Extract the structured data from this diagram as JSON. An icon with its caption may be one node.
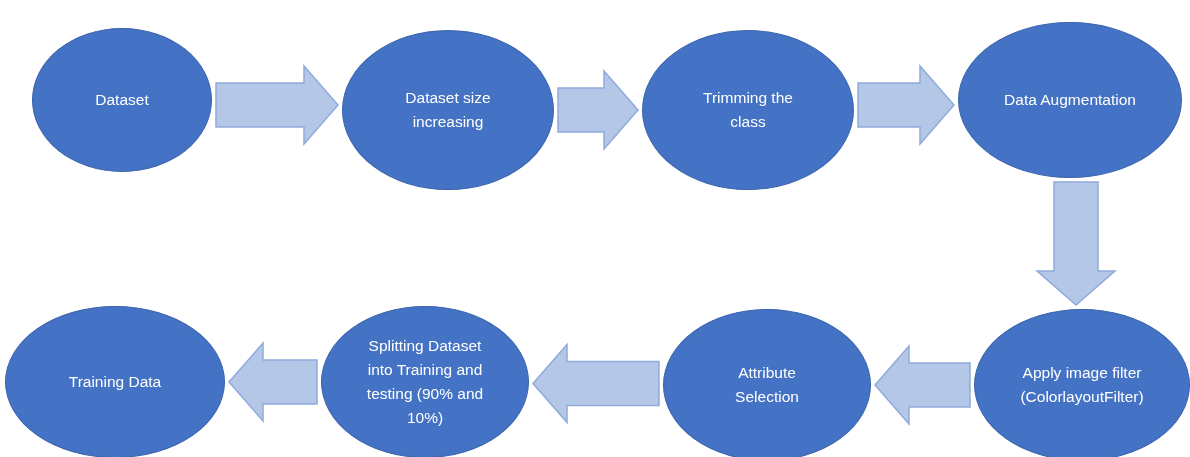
{
  "diagram": {
    "nodes": [
      {
        "text": [
          "Dataset"
        ]
      },
      {
        "text": [
          "Dataset size increasing"
        ]
      },
      {
        "text": [
          "Trimming the class"
        ]
      },
      {
        "text": [
          "Data Augmentation"
        ]
      },
      {
        "text": [
          "Apply image filter (ColorlayoutFilter)"
        ]
      },
      {
        "text": [
          "Attribute Selection"
        ]
      },
      {
        "text": [
          "Splitting Dataset into Training and testing (90% and 10%)"
        ]
      },
      {
        "text": [
          "Training Data"
        ]
      }
    ],
    "edges": [
      {
        "from": 0,
        "to": 1,
        "arrow": "to"
      },
      {
        "from": 1,
        "to": 2,
        "arrow": "to"
      },
      {
        "from": 2,
        "to": 3,
        "arrow": "to"
      },
      {
        "from": 3,
        "to": 4,
        "arrow": "to"
      },
      {
        "from": 4,
        "to": 5,
        "arrow": "to"
      },
      {
        "from": 5,
        "to": 6,
        "arrow": "to"
      },
      {
        "from": 6,
        "to": 7,
        "arrow": "to"
      }
    ]
  }
}
